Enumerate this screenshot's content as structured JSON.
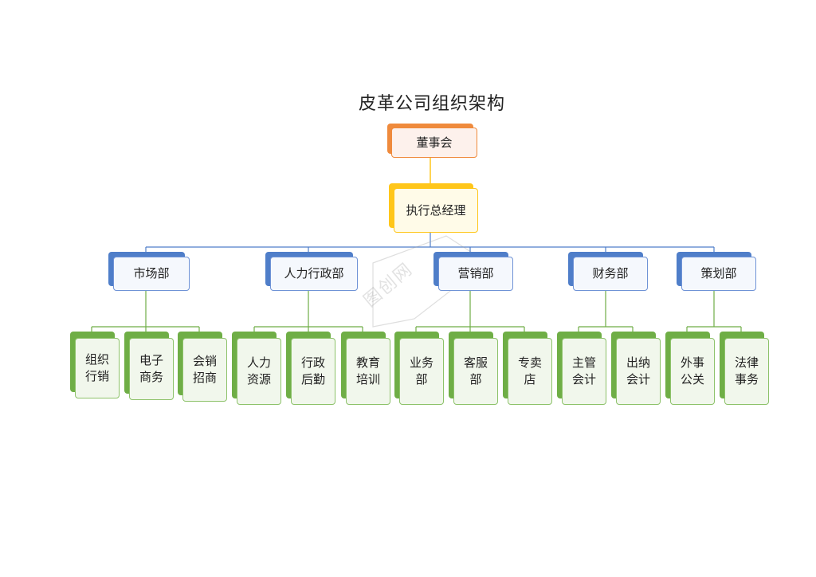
{
  "title": "皮革公司组织架构",
  "board": "董事会",
  "ceo": "执行总经理",
  "watermark": "图创网",
  "departments": [
    {
      "name": "市场部",
      "units": [
        [
          "组织",
          "行销"
        ],
        [
          "电子",
          "商务"
        ],
        [
          "会销",
          "招商"
        ]
      ]
    },
    {
      "name": "人力行政部",
      "units": [
        [
          "人力",
          "资源"
        ],
        [
          "行政",
          "后勤"
        ],
        [
          "教育",
          "培训"
        ]
      ]
    },
    {
      "name": "营销部",
      "units": [
        [
          "业务",
          "部"
        ],
        [
          "客服",
          "部"
        ],
        [
          "专卖",
          "店"
        ]
      ]
    },
    {
      "name": "财务部",
      "units": [
        [
          "主管",
          "会计"
        ],
        [
          "出纳",
          "会计"
        ]
      ]
    },
    {
      "name": "策划部",
      "units": [
        [
          "外事",
          "公关"
        ],
        [
          "法律",
          "事务"
        ]
      ]
    }
  ],
  "colors": {
    "board": "#ef8a3c",
    "ceo": "#ffc61a",
    "department": "#4f7ec9",
    "unit": "#6fae46",
    "line": "#4f7ec9",
    "unit_line": "#6fae46",
    "board_line": "#ffc61a"
  }
}
